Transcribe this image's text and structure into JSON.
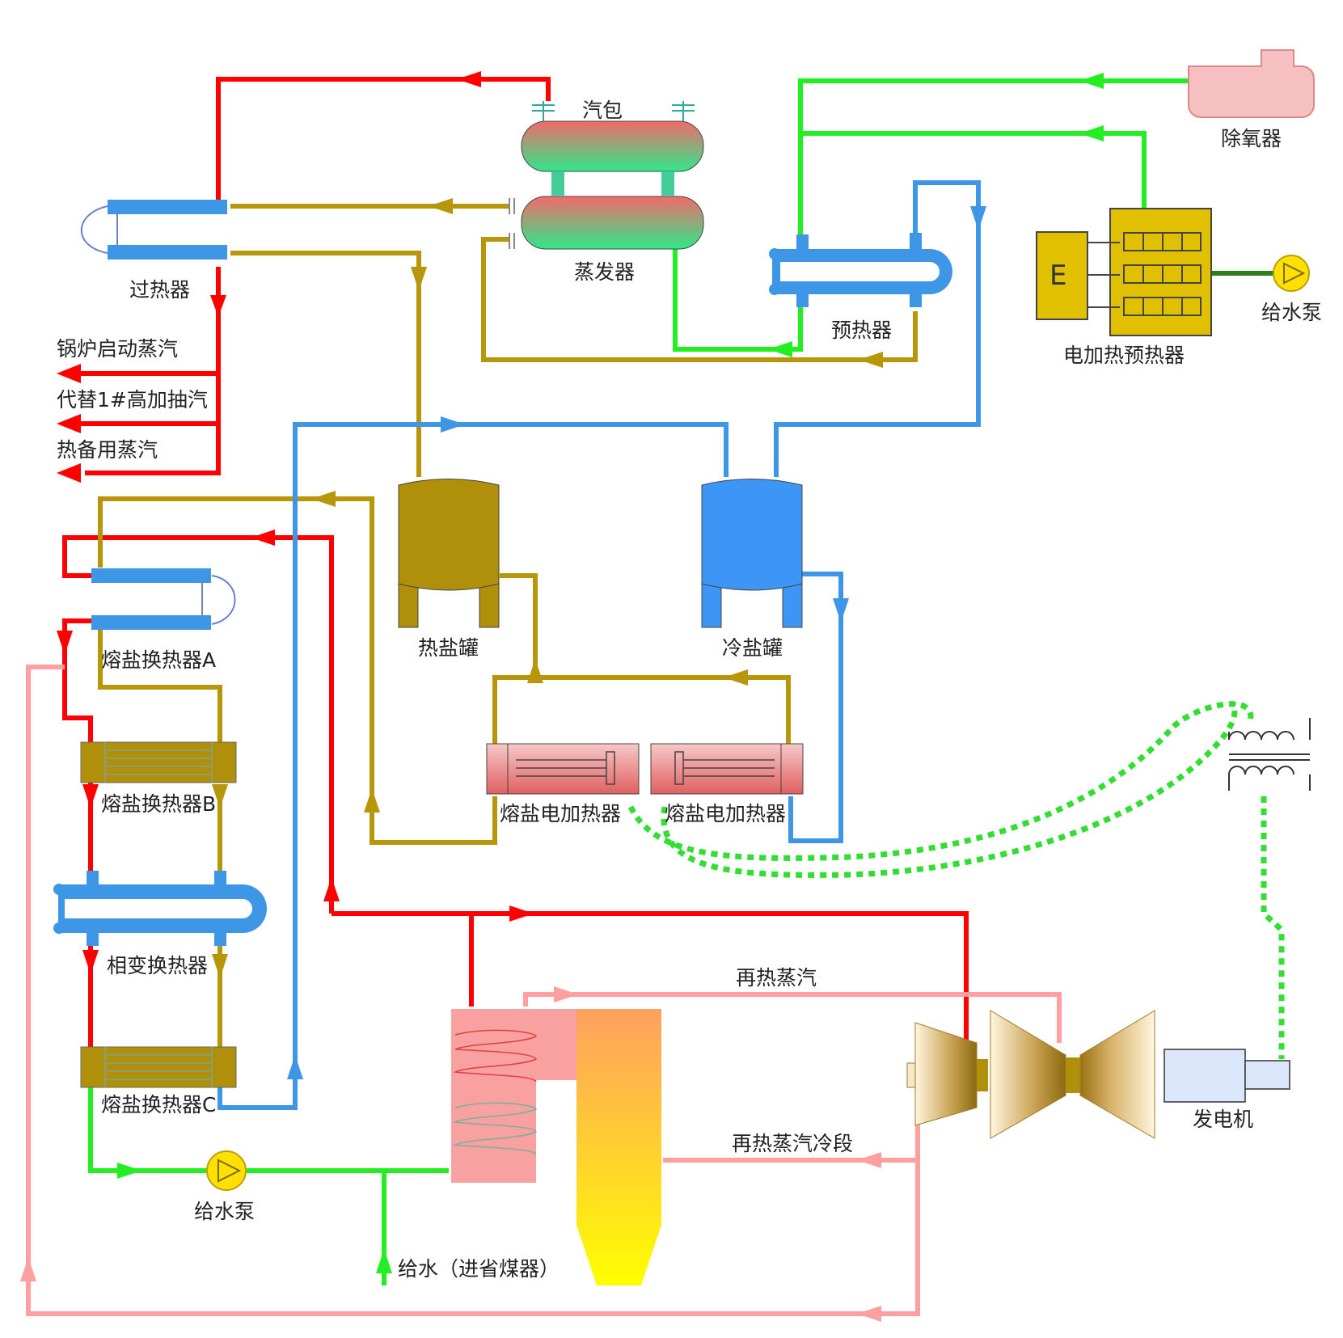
{
  "labels": {
    "drum": "汽包",
    "evaporator": "蒸发器",
    "superheater": "过热器",
    "boiler_startup_steam": "锅炉启动蒸汽",
    "replace_hp_extraction": "代替1#高加抽汽",
    "hot_standby_steam": "热备用蒸汽",
    "preheater": "预热器",
    "deaerator": "除氧器",
    "feedwater_pump_top": "给水泵",
    "electric_preheater": "电加热预热器",
    "electric_preheater_symbol": "E",
    "hot_salt_tank": "热盐罐",
    "cold_salt_tank": "冷盐罐",
    "salt_hx_a": "熔盐换热器A",
    "salt_hx_b": "熔盐换热器B",
    "phase_change_hx": "相变换热器",
    "salt_hx_c": "熔盐换热器C",
    "salt_heater_1": "熔盐电加热器",
    "salt_heater_2": "熔盐电加热器",
    "reheat_steam": "再热蒸汽",
    "reheat_cold_section": "再热蒸汽冷段",
    "generator": "发电机",
    "feedwater_pump_bottom": "给水泵",
    "feedwater_to_economizer": "给水（进省煤器）"
  },
  "colors": {
    "main_steam": "#ff0000",
    "molten_salt_hot": "#b8960a",
    "cold_salt": "#3399ff",
    "feedwater": "#22ee22",
    "reheat": "#ffa0a0",
    "electric": "#33dd33",
    "heater_body": "#e8c800",
    "exchanger_bar": "#3d96e6"
  }
}
